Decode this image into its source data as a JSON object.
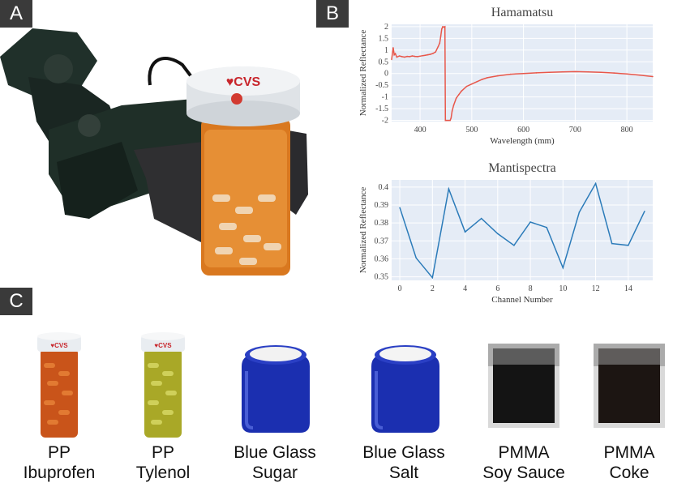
{
  "panels": {
    "a": "A",
    "b": "B",
    "c": "C"
  },
  "photo_a": {
    "lid_brand": "♥CVS"
  },
  "chart_data": [
    {
      "type": "line",
      "title": "Hamamatsu",
      "xlabel": "Wavelength (mm)",
      "ylabel": "Normalized Reflectance",
      "xlim": [
        345,
        850
      ],
      "ylim": [
        -2.05,
        2.1
      ],
      "xticks": [
        400,
        500,
        600,
        700,
        800
      ],
      "yticks": [
        2,
        1.5,
        1,
        0.5,
        0,
        -0.5,
        -1,
        -1.5,
        -2
      ],
      "grid": true,
      "color": "#e8574a",
      "x": [
        345,
        348,
        350,
        352,
        355,
        360,
        365,
        370,
        375,
        380,
        385,
        390,
        395,
        400,
        405,
        410,
        415,
        420,
        425,
        430,
        435,
        438,
        440,
        442,
        444,
        446,
        448,
        449,
        450,
        452,
        455,
        458,
        460,
        462,
        465,
        470,
        475,
        480,
        490,
        500,
        510,
        520,
        530,
        550,
        575,
        600,
        625,
        650,
        675,
        700,
        725,
        750,
        775,
        800,
        825,
        850
      ],
      "y": [
        0.6,
        1.1,
        0.8,
        0.85,
        0.7,
        0.75,
        0.72,
        0.7,
        0.73,
        0.72,
        0.75,
        0.73,
        0.72,
        0.74,
        0.76,
        0.78,
        0.8,
        0.82,
        0.86,
        0.92,
        1.15,
        1.3,
        1.6,
        1.9,
        2.0,
        1.98,
        2.0,
        -2.0,
        -2.0,
        -2.0,
        -2.0,
        -2.0,
        -1.9,
        -1.6,
        -1.35,
        -1.05,
        -0.9,
        -0.75,
        -0.55,
        -0.45,
        -0.35,
        -0.25,
        -0.18,
        -0.1,
        -0.03,
        0.0,
        0.03,
        0.05,
        0.07,
        0.08,
        0.07,
        0.05,
        0.02,
        -0.02,
        -0.07,
        -0.13
      ]
    },
    {
      "type": "line",
      "title": "Mantispectra",
      "xlabel": "Channel Number",
      "ylabel": "Normalized Reflectance",
      "xlim": [
        -0.5,
        15.5
      ],
      "ylim": [
        0.348,
        0.404
      ],
      "xticks": [
        0,
        2,
        4,
        6,
        8,
        10,
        12,
        14
      ],
      "yticks": [
        0.4,
        0.39,
        0.38,
        0.37,
        0.36,
        0.35
      ],
      "grid": true,
      "color": "#2b7bb9",
      "x": [
        0,
        1,
        2,
        3,
        4,
        5,
        6,
        7,
        8,
        9,
        10,
        11,
        12,
        13,
        14,
        15
      ],
      "y": [
        0.3885,
        0.3605,
        0.3495,
        0.399,
        0.375,
        0.3825,
        0.374,
        0.3675,
        0.3805,
        0.3775,
        0.355,
        0.386,
        0.402,
        0.3685,
        0.3675,
        0.3865
      ]
    }
  ],
  "samples": [
    {
      "line1": "PP",
      "line2": "Ibuprofen",
      "kind": "bottle",
      "fill": "#c9541a",
      "lid": "♥CVS"
    },
    {
      "line1": "PP",
      "line2": "Tylenol",
      "kind": "bottle",
      "fill": "#a9a827",
      "lid": "♥CVS"
    },
    {
      "line1": "Blue Glass",
      "line2": "Sugar",
      "kind": "jar",
      "fill": "#1b2fb0"
    },
    {
      "line1": "Blue Glass",
      "line2": "Salt",
      "kind": "jar",
      "fill": "#1b2fb0"
    },
    {
      "line1": "PMMA",
      "line2": "Soy Sauce",
      "kind": "box",
      "fill": "#141414"
    },
    {
      "line1": "PMMA",
      "line2": "Coke",
      "kind": "box",
      "fill": "#1c1512"
    }
  ]
}
